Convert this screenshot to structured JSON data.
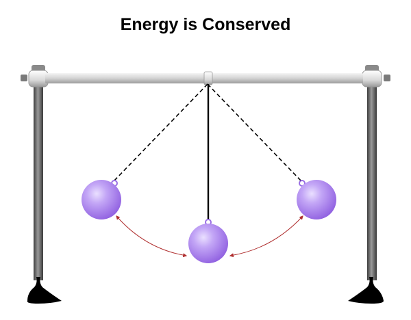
{
  "title": "Energy is Conserved",
  "colors": {
    "pole": "#6b6b6b",
    "bar": "#d9d9d9",
    "base": "#000000",
    "bob": "#b48cf0",
    "arc": "#b03030"
  },
  "icons": [
    "left-stand",
    "right-stand",
    "crossbar",
    "pendulum-bob",
    "motion-arrow"
  ]
}
